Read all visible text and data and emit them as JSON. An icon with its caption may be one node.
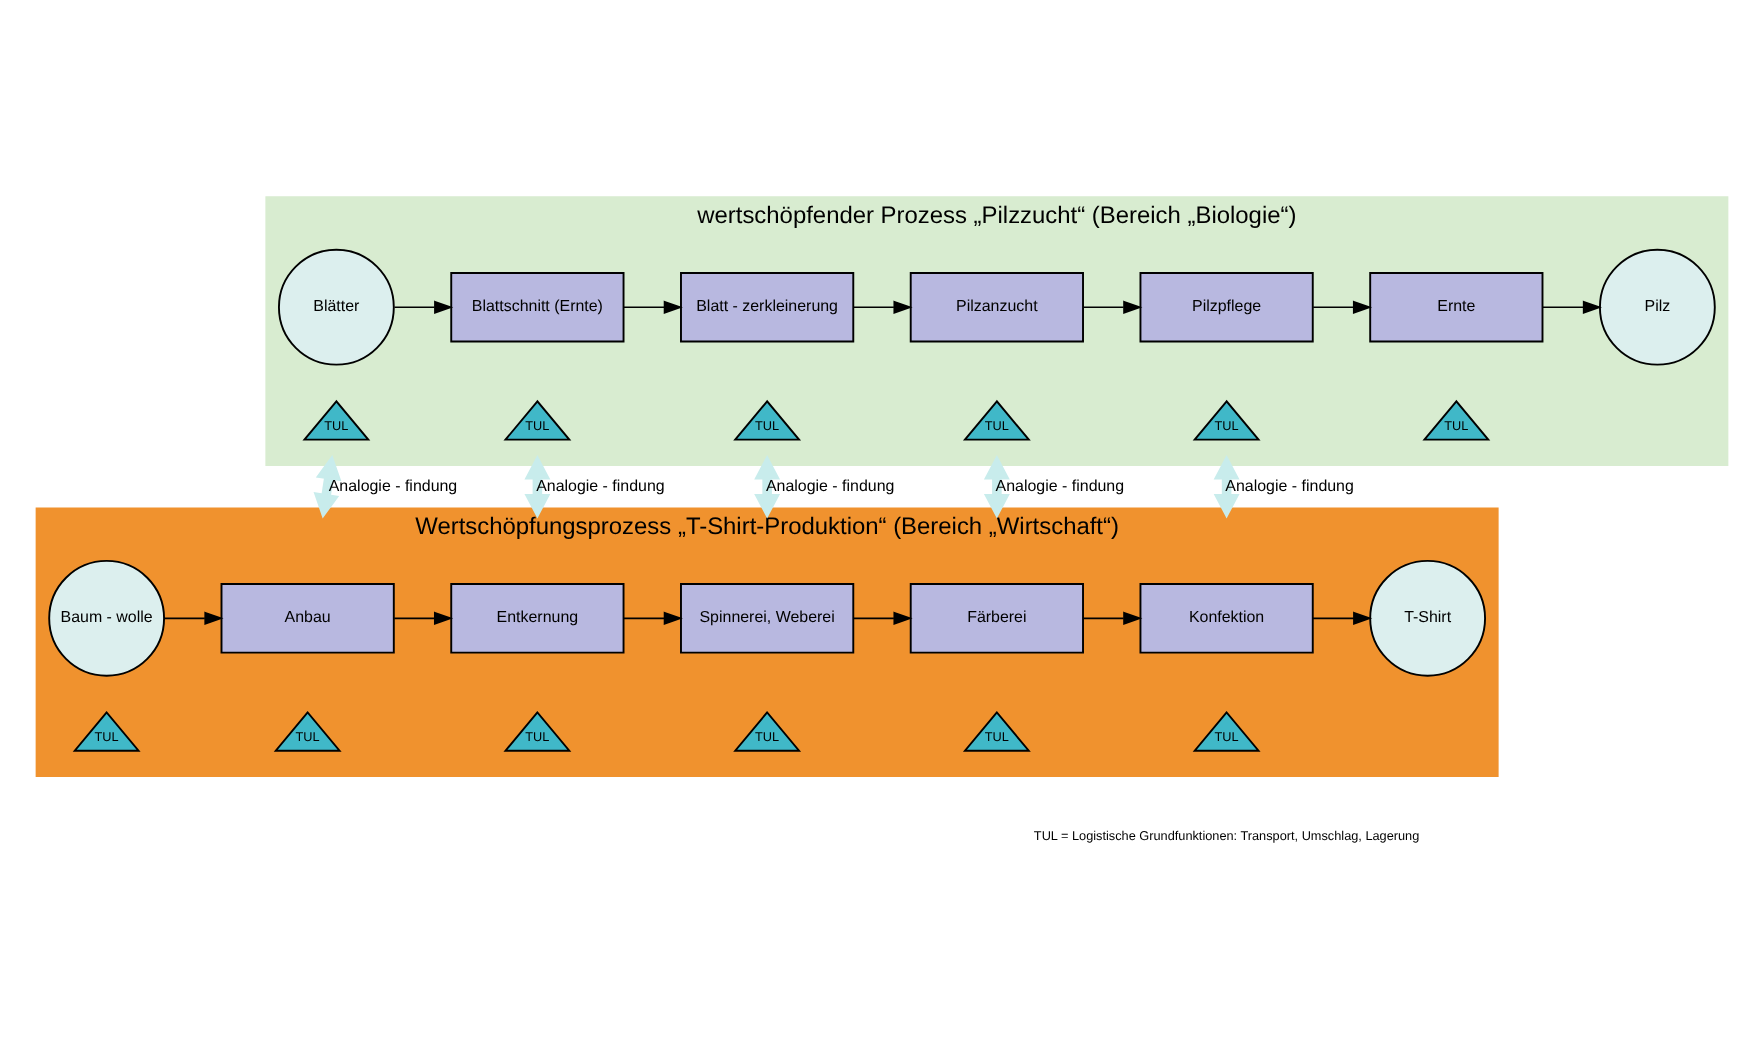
{
  "diagram": {
    "nodes": [
      {
        "text": [
          "wertschöpfender Prozess „Pilzzucht“ (Bereich „Biologie“)"
        ]
      },
      {
        "text": [
          "Blätter"
        ],
        "in": 0
      },
      {
        "text": [
          "Blattschnitt (Ernte)"
        ],
        "in": 0
      },
      {
        "text": [
          "Blatt - zerkleinerung"
        ],
        "in": 0
      },
      {
        "text": [
          "Pilzanzucht"
        ],
        "in": 0
      },
      {
        "text": [
          "Pilzpflege"
        ],
        "in": 0
      },
      {
        "text": [
          "Ernte"
        ],
        "in": 0
      },
      {
        "text": [
          "Pilz"
        ],
        "in": 0
      },
      {
        "text": [
          "TUL"
        ],
        "in": 0
      },
      {
        "text": [
          "TUL"
        ],
        "in": 0
      },
      {
        "text": [
          "TUL"
        ],
        "in": 0
      },
      {
        "text": [
          "TUL"
        ],
        "in": 0
      },
      {
        "text": [
          "TUL"
        ],
        "in": 0
      },
      {
        "text": [
          "TUL"
        ],
        "in": 0
      },
      {
        "text": [
          "Wertschöpfungsprozess „T-Shirt-Produktion“ (Bereich „Wirtschaft“)"
        ]
      },
      {
        "text": [
          "Baum - wolle"
        ],
        "in": 14
      },
      {
        "text": [
          "Anbau"
        ],
        "in": 14
      },
      {
        "text": [
          "Entkernung"
        ],
        "in": 14
      },
      {
        "text": [
          "Spinnerei, Weberei"
        ],
        "in": 14
      },
      {
        "text": [
          "Färberei"
        ],
        "in": 14
      },
      {
        "text": [
          "Konfektion"
        ],
        "in": 14
      },
      {
        "text": [
          "T-Shirt"
        ],
        "in": 14
      },
      {
        "text": [
          "TUL"
        ],
        "in": 14
      },
      {
        "text": [
          "TUL"
        ],
        "in": 14
      },
      {
        "text": [
          "TUL"
        ],
        "in": 14
      },
      {
        "text": [
          "TUL"
        ],
        "in": 14
      },
      {
        "text": [
          "TUL"
        ],
        "in": 14
      },
      {
        "text": [
          "TUL"
        ],
        "in": 14
      }
    ],
    "edges": [
      {
        "from": 1,
        "to": 2,
        "arrow": "to"
      },
      {
        "from": 2,
        "to": 3,
        "arrow": "to"
      },
      {
        "from": 3,
        "to": 4,
        "arrow": "to"
      },
      {
        "from": 4,
        "to": 5,
        "arrow": "to"
      },
      {
        "from": 5,
        "to": 6,
        "arrow": "to"
      },
      {
        "from": 6,
        "to": 7,
        "arrow": "to"
      },
      {
        "from": 15,
        "to": 16,
        "arrow": "to"
      },
      {
        "from": 16,
        "to": 17,
        "arrow": "to"
      },
      {
        "from": 17,
        "to": 18,
        "arrow": "to"
      },
      {
        "from": 18,
        "to": 19,
        "arrow": "to"
      },
      {
        "from": 19,
        "to": 20,
        "arrow": "to"
      },
      {
        "from": 20,
        "to": 21,
        "arrow": "to"
      },
      {
        "from": 0,
        "to": 14,
        "arrow": "both",
        "label": "Analogie - findung",
        "style": "thick",
        "color": "#c8ecec"
      },
      {
        "from": 0,
        "to": 14,
        "arrow": "both",
        "label": "Analogie - findung",
        "style": "thick",
        "color": "#c8ecec"
      },
      {
        "from": 0,
        "to": 14,
        "arrow": "both",
        "label": "Analogie - findung",
        "style": "thick",
        "color": "#c8ecec"
      },
      {
        "from": 0,
        "to": 14,
        "arrow": "both",
        "label": "Analogie - findung",
        "style": "thick",
        "color": "#c8ecec"
      },
      {
        "from": 0,
        "to": 14,
        "arrow": "both",
        "label": "Analogie - findung",
        "style": "thick",
        "color": "#c8ecec"
      }
    ],
    "labels": [
      "TUL = Logistische Grundfunktionen: Transport, Umschlag, Lagerung"
    ]
  }
}
